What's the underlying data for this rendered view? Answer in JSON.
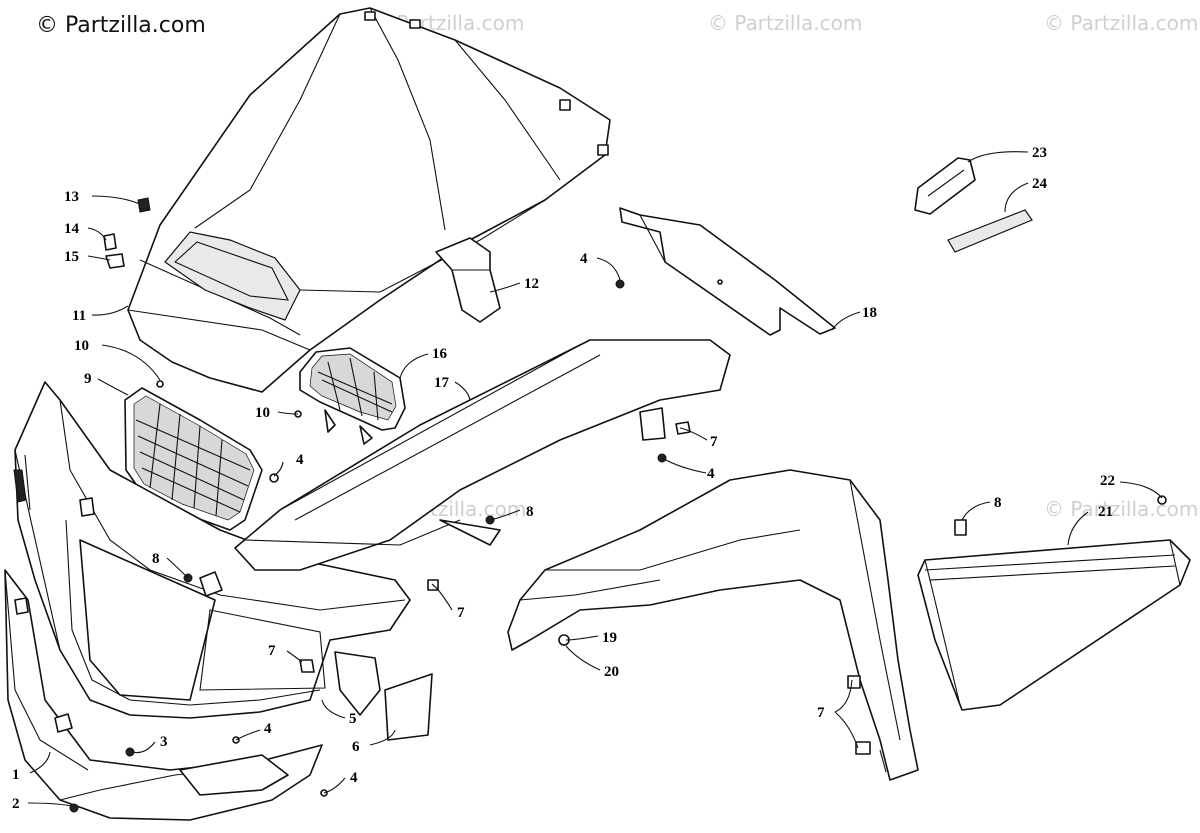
{
  "watermark": {
    "main": "© Partzilla.com",
    "repeat": "© Partzilla.com"
  },
  "callouts": [
    {
      "id": "c1",
      "label": "1"
    },
    {
      "id": "c2",
      "label": "2"
    },
    {
      "id": "c3",
      "label": "3"
    },
    {
      "id": "c4a",
      "label": "4"
    },
    {
      "id": "c4b",
      "label": "4"
    },
    {
      "id": "c4c",
      "label": "4"
    },
    {
      "id": "c4d",
      "label": "4"
    },
    {
      "id": "c4e",
      "label": "4"
    },
    {
      "id": "c5",
      "label": "5"
    },
    {
      "id": "c6",
      "label": "6"
    },
    {
      "id": "c7a",
      "label": "7"
    },
    {
      "id": "c7b",
      "label": "7"
    },
    {
      "id": "c7c",
      "label": "7"
    },
    {
      "id": "c7d",
      "label": "7"
    },
    {
      "id": "c8a",
      "label": "8"
    },
    {
      "id": "c8b",
      "label": "8"
    },
    {
      "id": "c8c",
      "label": "8"
    },
    {
      "id": "c9",
      "label": "9"
    },
    {
      "id": "c10a",
      "label": "10"
    },
    {
      "id": "c10b",
      "label": "10"
    },
    {
      "id": "c11",
      "label": "11"
    },
    {
      "id": "c12",
      "label": "12"
    },
    {
      "id": "c13",
      "label": "13"
    },
    {
      "id": "c14",
      "label": "14"
    },
    {
      "id": "c15",
      "label": "15"
    },
    {
      "id": "c16",
      "label": "16"
    },
    {
      "id": "c17",
      "label": "17"
    },
    {
      "id": "c18",
      "label": "18"
    },
    {
      "id": "c19",
      "label": "19"
    },
    {
      "id": "c20",
      "label": "20"
    },
    {
      "id": "c21",
      "label": "21"
    },
    {
      "id": "c22",
      "label": "22"
    },
    {
      "id": "c23",
      "label": "23"
    },
    {
      "id": "c24",
      "label": "24"
    }
  ]
}
